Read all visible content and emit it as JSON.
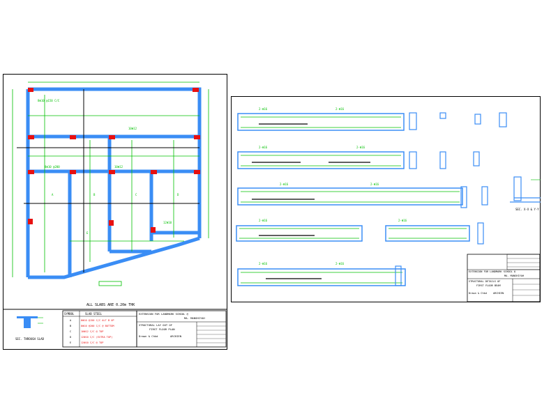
{
  "colors": {
    "background": "#ffffff",
    "sheet_bg": "#ffffff",
    "line_green": "#00c000",
    "wall_blue": "#3a8df5",
    "column_red": "#e81010",
    "frame_black": "#000000"
  },
  "left_sheet": {
    "plan_note": "ALL SLABS ARE 0.20m THK",
    "section_label": "SEC. THROUGH SLAB",
    "title_block": {
      "project_line1": "EXTENSION FOR LANDMARK SCHOOL @",
      "project_line2": "MA. MANSHIYAH",
      "drawing_title1": "STRUCTURAL LAY OUT OF",
      "drawing_title2": "FIRST FLOOR PLAN",
      "consultant": "ARCHIEN",
      "sign_label": "Drawn & Chkd"
    },
    "legend_headers": [
      "SYMBOL",
      "SLAB STEEL"
    ],
    "legend_rows": [
      {
        "symbol": "A",
        "steel": "8Φ10 @150 C/C  ALT B UP"
      },
      {
        "symbol": "B",
        "steel": "8Φ10 @200 C/C  @ BOTTOM"
      },
      {
        "symbol": "C",
        "steel": "10Φ12 C/C  @ TOP"
      },
      {
        "symbol": "D",
        "steel": "12Φ10 C/C (EXTRA TOP)"
      },
      {
        "symbol": "E",
        "steel": "12Φ10 C/C  @ TOP"
      }
    ]
  },
  "right_sheet": {
    "section_label": "SEC. X-X & Y-Y",
    "title_block": {
      "project_line1": "EXTENSION FOR LANDMARK SCHOOL @",
      "project_line2": "MA. MANSHIYAH",
      "drawing_title1": "STRUCTURAL DETAILS OF",
      "drawing_title2": "FIRST FLOOR BEAM",
      "consultant": "ARCHIEN",
      "sign_label": "Drawn & Chkd"
    }
  }
}
